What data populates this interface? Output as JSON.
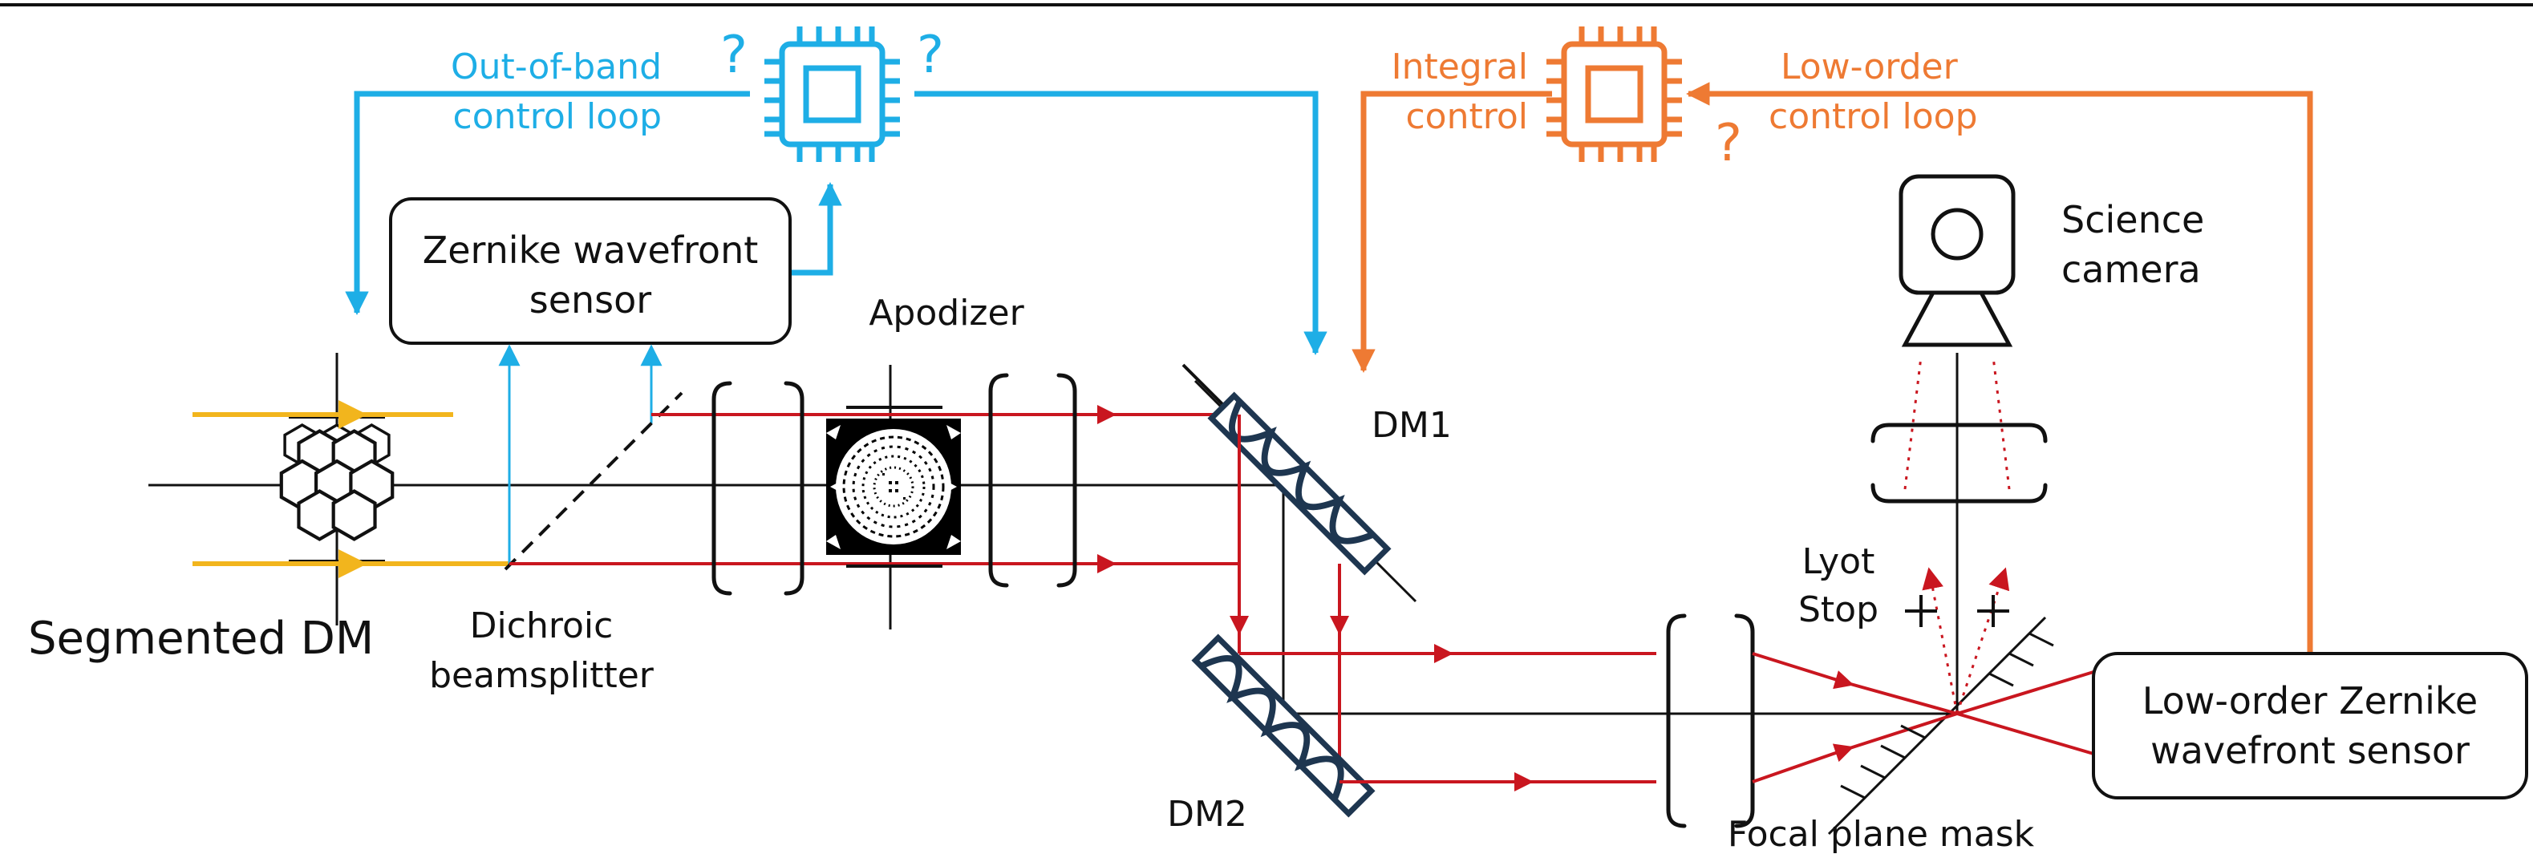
{
  "colors": {
    "blue": "#1eaee6",
    "orange": "#ee7a33",
    "red": "#c9161f",
    "yellow": "#f2b51d",
    "navy": "#1e3650",
    "black": "#111111"
  },
  "icons": [
    "chip-icon",
    "camera-icon",
    "hexagon-segmented-mirror-icon",
    "apodizer-pattern-icon"
  ],
  "labels": {
    "segmented_dm": "Segmented DM",
    "dichroic_1": "Dichroic",
    "dichroic_2": "beamsplitter",
    "zwfs_1": "Zernike wavefront",
    "zwfs_2": "sensor",
    "apodizer": "Apodizer",
    "dm1": "DM1",
    "dm2": "DM2",
    "lyot_1": "Lyot",
    "lyot_2": "Stop",
    "science_1": "Science",
    "science_2": "camera",
    "llowfs_1": "Low-order Zernike",
    "llowfs_2": "wavefront sensor",
    "fpm": "Focal plane mask",
    "oob_1": "Out-of-band",
    "oob_2": "control loop",
    "integral_1": "Integral",
    "integral_2": "control",
    "lowloop_1": "Low-order",
    "lowloop_2": "control loop",
    "q_blue_left": "?",
    "q_blue_right": "?",
    "q_orange": "?"
  }
}
